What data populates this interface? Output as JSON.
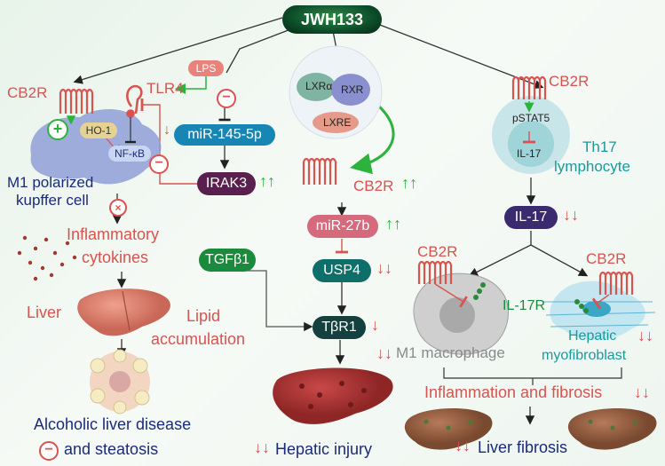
{
  "top": {
    "drug": "JWH133"
  },
  "left": {
    "cb2r": "CB2R",
    "lps": "LPS",
    "tlr4": "TLR4",
    "ho1": "HO-1",
    "nfkb": "NF-κB",
    "cell_label_1": "M1 polarized",
    "cell_label_2": "kupffer cell",
    "cytokines_1": "Inflammatory",
    "cytokines_2": "cytokines",
    "liver": "Liver",
    "lipid_1": "Lipid",
    "lipid_2": "accumulation",
    "disease_1": "Alcoholic liver disease",
    "disease_2": "and steatosis"
  },
  "middle": {
    "mir145": "miR-145-5p",
    "irak3": "IRAK3",
    "lxra": "LXRα",
    "rxr": "RXR",
    "lxre": "LXRE",
    "cb2r": "CB2R",
    "mir27b": "miR-27b",
    "tgfb1": "TGFβ1",
    "usp4": "USP4",
    "tbr1": "TβR1",
    "injury": "Hepatic injury"
  },
  "right": {
    "cb2r_top": "CB2R",
    "pstat5": "pSTAT5",
    "il17_inner": "IL-17",
    "th17_1": "Th17",
    "th17_2": "lymphocyte",
    "il17": "IL-17",
    "cb2r_left": "CB2R",
    "cb2r_right": "CB2R",
    "il17r": "IL-17R",
    "macrophage": "M1 macrophage",
    "myo_1": "Hepatic",
    "myo_2": "myofibroblast",
    "inflammation": "Inflammation and fibrosis",
    "fibrosis": "Liver fibrosis"
  },
  "colors": {
    "dark_green": "#0d4d2a",
    "blue_pill": "#1786b5",
    "purple_pill": "#5a1f4f",
    "pink_pill": "#d56a7c",
    "teal_pill": "#0d6e6a",
    "green_pill": "#1b8a3c",
    "dark_teal": "#14403d",
    "red": "#d9534f",
    "green_arrow": "#2bb33b"
  }
}
